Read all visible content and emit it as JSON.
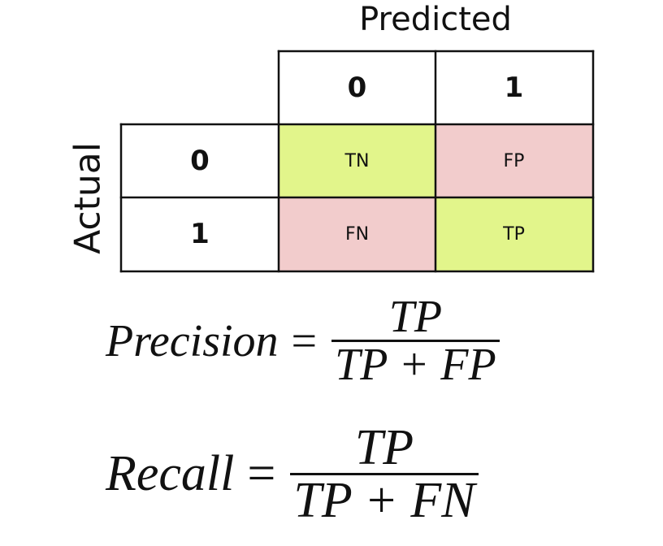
{
  "matrix": {
    "predicted_label": "Predicted",
    "actual_label": "Actual",
    "col_headers": [
      "0",
      "1"
    ],
    "row_headers": [
      "0",
      "1"
    ],
    "cells": [
      [
        "TN",
        "FP"
      ],
      [
        "FN",
        "TP"
      ]
    ],
    "colors": {
      "correct": "#e2f58b",
      "incorrect": "#f2cccc",
      "border": "#111111"
    }
  },
  "formulas": {
    "precision": {
      "lhs": "Precision",
      "eq": "=",
      "numerator": "TP",
      "denominator": "TP + FP"
    },
    "recall": {
      "lhs": "Recall",
      "eq": "=",
      "numerator": "TP",
      "denominator": "TP + FN"
    }
  }
}
